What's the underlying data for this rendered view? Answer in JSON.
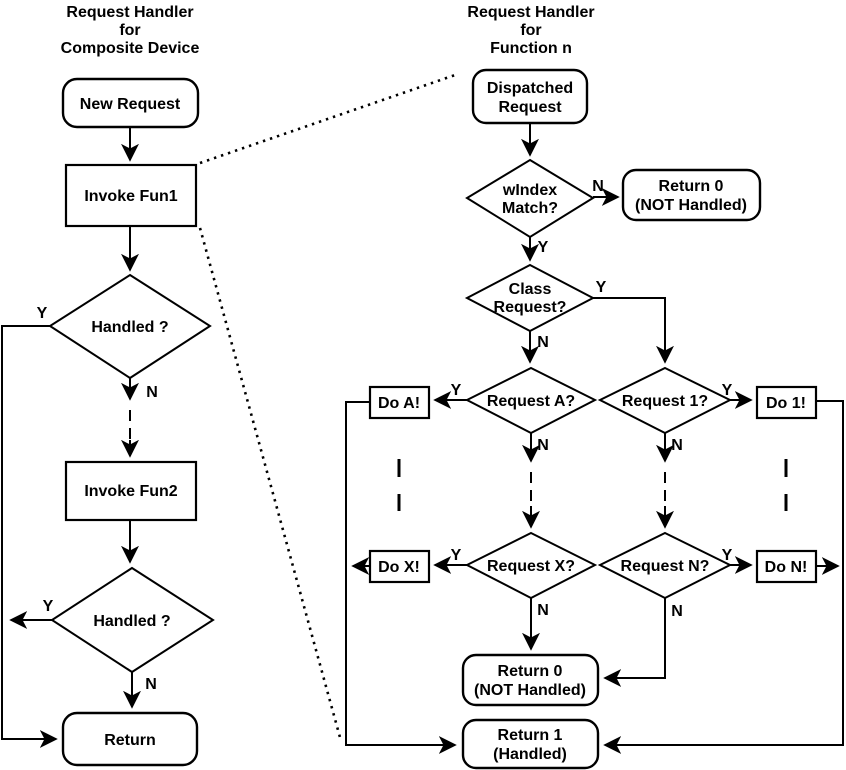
{
  "left": {
    "title": [
      "Request Handler",
      "for",
      "Composite Device"
    ],
    "nodes": {
      "new_request": "New Request",
      "invoke_fun1": "Invoke Fun1",
      "handled_1": "Handled ?",
      "invoke_fun2": "Invoke Fun2",
      "handled_2": "Handled ?",
      "return": "Return"
    }
  },
  "right": {
    "title": [
      "Request Handler",
      "for",
      "Function n"
    ],
    "nodes": {
      "dispatched_request": [
        "Dispatched",
        "Request"
      ],
      "windex_match": [
        "wIndex",
        "Match?"
      ],
      "return0_top": [
        "Return 0",
        "(NOT Handled)"
      ],
      "class_request": [
        "Class",
        "Request?"
      ],
      "request_a": "Request A?",
      "do_a": "Do A!",
      "request_1": "Request 1?",
      "do_1": "Do 1!",
      "request_x": "Request X?",
      "do_x": "Do X!",
      "request_n": "Request N?",
      "do_n": "Do N!",
      "return0_bottom": [
        "Return 0",
        "(NOT Handled)"
      ],
      "return1": [
        "Return 1",
        "(Handled)"
      ]
    }
  },
  "branch_labels": {
    "yes": "Y",
    "no": "N"
  },
  "colors": {
    "line": "#000000",
    "background": "#ffffff"
  }
}
